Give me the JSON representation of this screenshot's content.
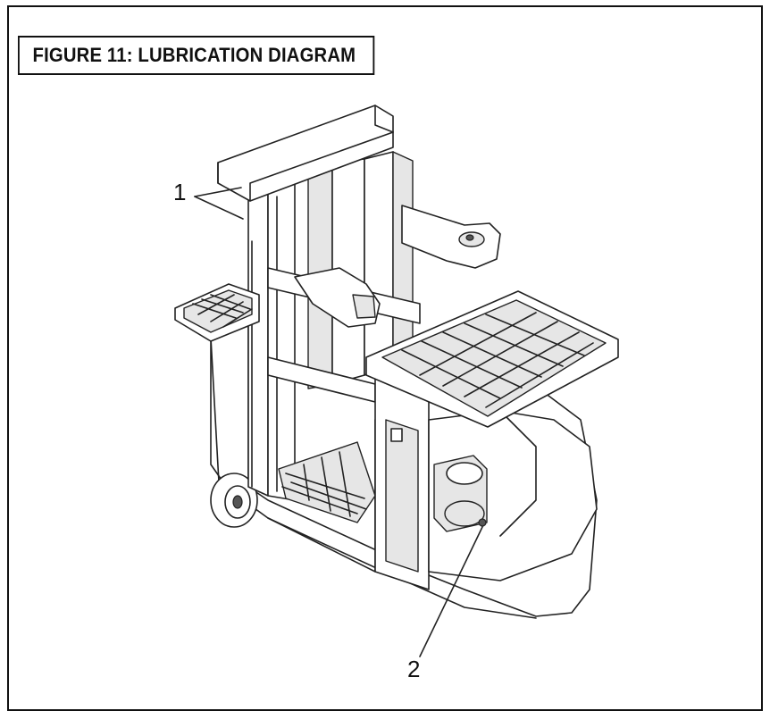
{
  "figure": {
    "title": "FIGURE 11: LUBRICATION DIAGRAM"
  },
  "callouts": [
    {
      "label": "1"
    },
    {
      "label": "2"
    }
  ],
  "colors": {
    "line": "#222222",
    "background": "#ffffff",
    "shade": "#e6e6e6"
  }
}
